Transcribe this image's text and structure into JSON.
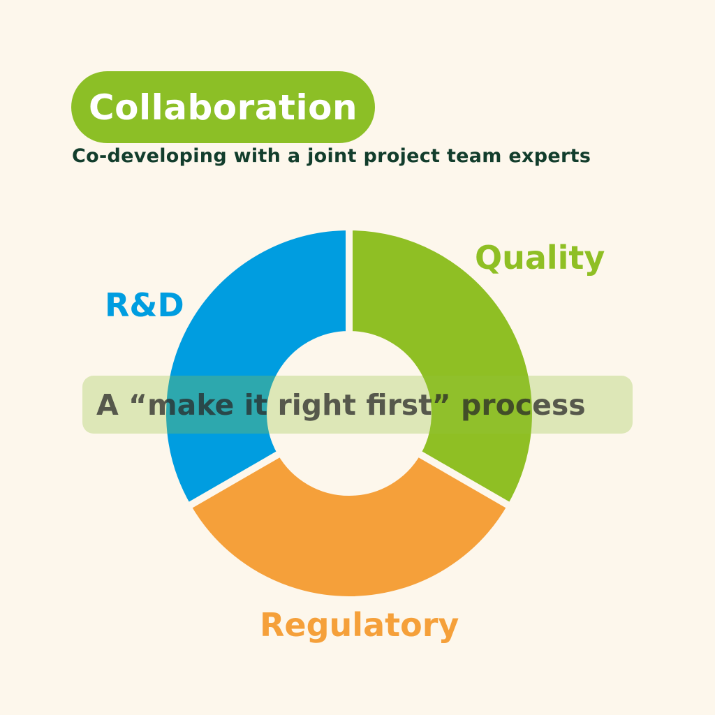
{
  "header": {
    "title": "Collaboration",
    "subtitle": "Co-developing with a joint project team experts"
  },
  "banner": {
    "text": "A “make it right first” process"
  },
  "colors": {
    "green": "#8fbf24",
    "blue": "#009de0",
    "orange": "#f5a03a",
    "background": "#fdf7ec"
  },
  "chart_data": {
    "type": "pie",
    "donut": true,
    "categories": [
      "Quality",
      "Regulatory",
      "R&D"
    ],
    "values": [
      1,
      1,
      1
    ],
    "colors": [
      "#8fbf24",
      "#f5a03a",
      "#009de0"
    ]
  }
}
